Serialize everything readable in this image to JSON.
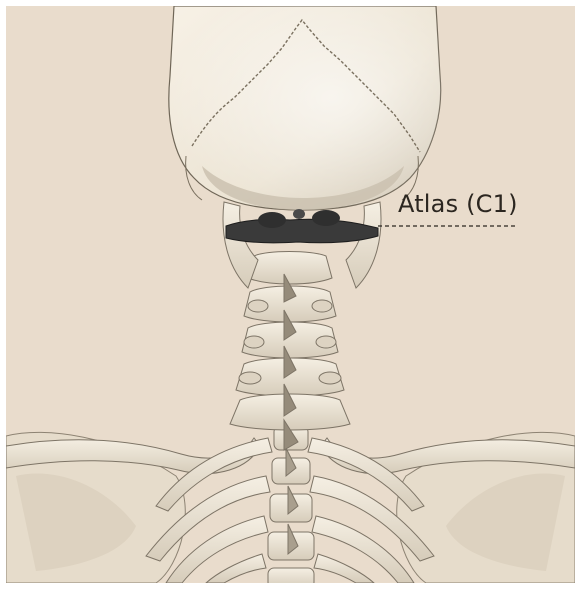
{
  "annotation": {
    "label": "Atlas (C1)"
  },
  "colors": {
    "background": "#e9dccc",
    "bone": "#eee6d6",
    "bone_shadow": "#c9bfae",
    "atlas": "#3a3a3a",
    "text": "#2b2620"
  },
  "icons": [
    "skull-illustration",
    "atlas-vertebra",
    "cervical-spine",
    "rib-cage",
    "clavicle",
    "scapula"
  ]
}
